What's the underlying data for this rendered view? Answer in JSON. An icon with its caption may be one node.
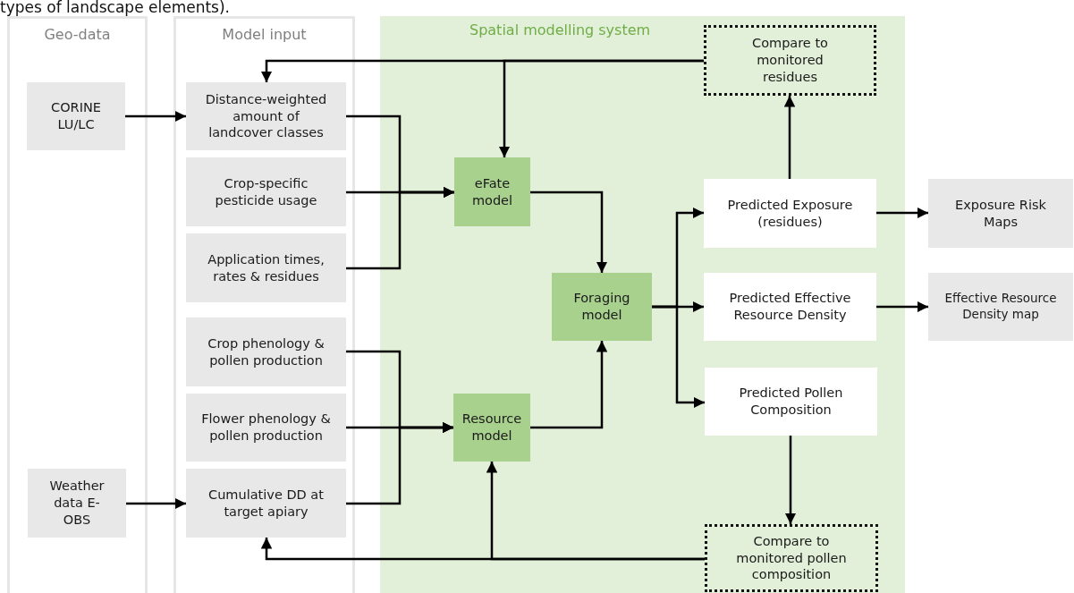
{
  "diagram": {
    "nodes": [
      {
        "text": [
          "Geo-data"
        ]
      },
      {
        "text": [
          "Model input"
        ]
      },
      {
        "text": [
          "Spatial modelling system"
        ]
      },
      {
        "text": [
          "CORINE LU/LC"
        ],
        "in": 0
      },
      {
        "text": [
          "Distance-weighted amount of landcover classes"
        ],
        "in": 1
      },
      {
        "text": [
          "Crop-specific pesticide usage"
        ],
        "in": 1
      },
      {
        "text": [
          "Application times, rates & residues"
        ],
        "in": 1
      },
      {
        "text": [
          "Crop phenology & pollen production"
        ],
        "in": 1
      },
      {
        "text": [
          "Flower phenology & pollen production"
        ],
        "in": 1
      },
      {
        "text": [
          "Cumulative DD at target apiary"
        ],
        "in": 1
      },
      {
        "text": [
          "Weather data E-OBS"
        ],
        "in": 0
      },
      {
        "text": [
          "Compare to monitored residues"
        ],
        "in": 2
      },
      {
        "text": [
          "eFate model"
        ],
        "in": 2
      },
      {
        "text": [
          "Predicted Exposure (residues)"
        ],
        "in": 2
      },
      {
        "text": [
          "Exposure Risk Maps"
        ]
      },
      {
        "text": [
          "Foraging model"
        ],
        "in": 2
      },
      {
        "text": [
          "Predicted Effective Resource Density"
        ],
        "in": 2
      },
      {
        "text": [
          "Effective Resource Density map"
        ]
      },
      {
        "text": [
          "Resource model"
        ],
        "in": 2
      },
      {
        "text": [
          "Predicted Pollen Composition"
        ],
        "in": 2
      },
      {
        "text": [
          "Compare to monitored pollen composition"
        ],
        "in": 2
      }
    ],
    "edges": [
      {
        "from": 3,
        "to": 4,
        "arrow": "to"
      },
      {
        "from": 11,
        "to": 4,
        "arrow": "to"
      },
      {
        "from": 11,
        "to": 12,
        "arrow": "to"
      },
      {
        "from": 4,
        "to": 12,
        "arrow": "to"
      },
      {
        "from": 5,
        "to": 12,
        "arrow": "to"
      },
      {
        "from": 6,
        "to": 12,
        "arrow": "to"
      },
      {
        "from": 12,
        "to": 15,
        "arrow": "to"
      },
      {
        "from": 15,
        "to": 13,
        "arrow": "to"
      },
      {
        "from": 15,
        "to": 16,
        "arrow": "to"
      },
      {
        "from": 15,
        "to": 19,
        "arrow": "to"
      },
      {
        "from": 13,
        "to": 11,
        "arrow": "to"
      },
      {
        "from": 13,
        "to": 14,
        "arrow": "to"
      },
      {
        "from": 16,
        "to": 17,
        "arrow": "to"
      },
      {
        "from": 19,
        "to": 20,
        "arrow": "to"
      },
      {
        "from": 7,
        "to": 18,
        "arrow": "to"
      },
      {
        "from": 8,
        "to": 18,
        "arrow": "to"
      },
      {
        "from": 9,
        "to": 18,
        "arrow": "to"
      },
      {
        "from": 10,
        "to": 9,
        "arrow": "to"
      },
      {
        "from": 20,
        "to": 9,
        "arrow": "to"
      },
      {
        "from": 20,
        "to": 18,
        "arrow": "to"
      },
      {
        "from": 18,
        "to": 15,
        "arrow": "to"
      }
    ],
    "labels": [
      "types of landscape elements)."
    ]
  }
}
